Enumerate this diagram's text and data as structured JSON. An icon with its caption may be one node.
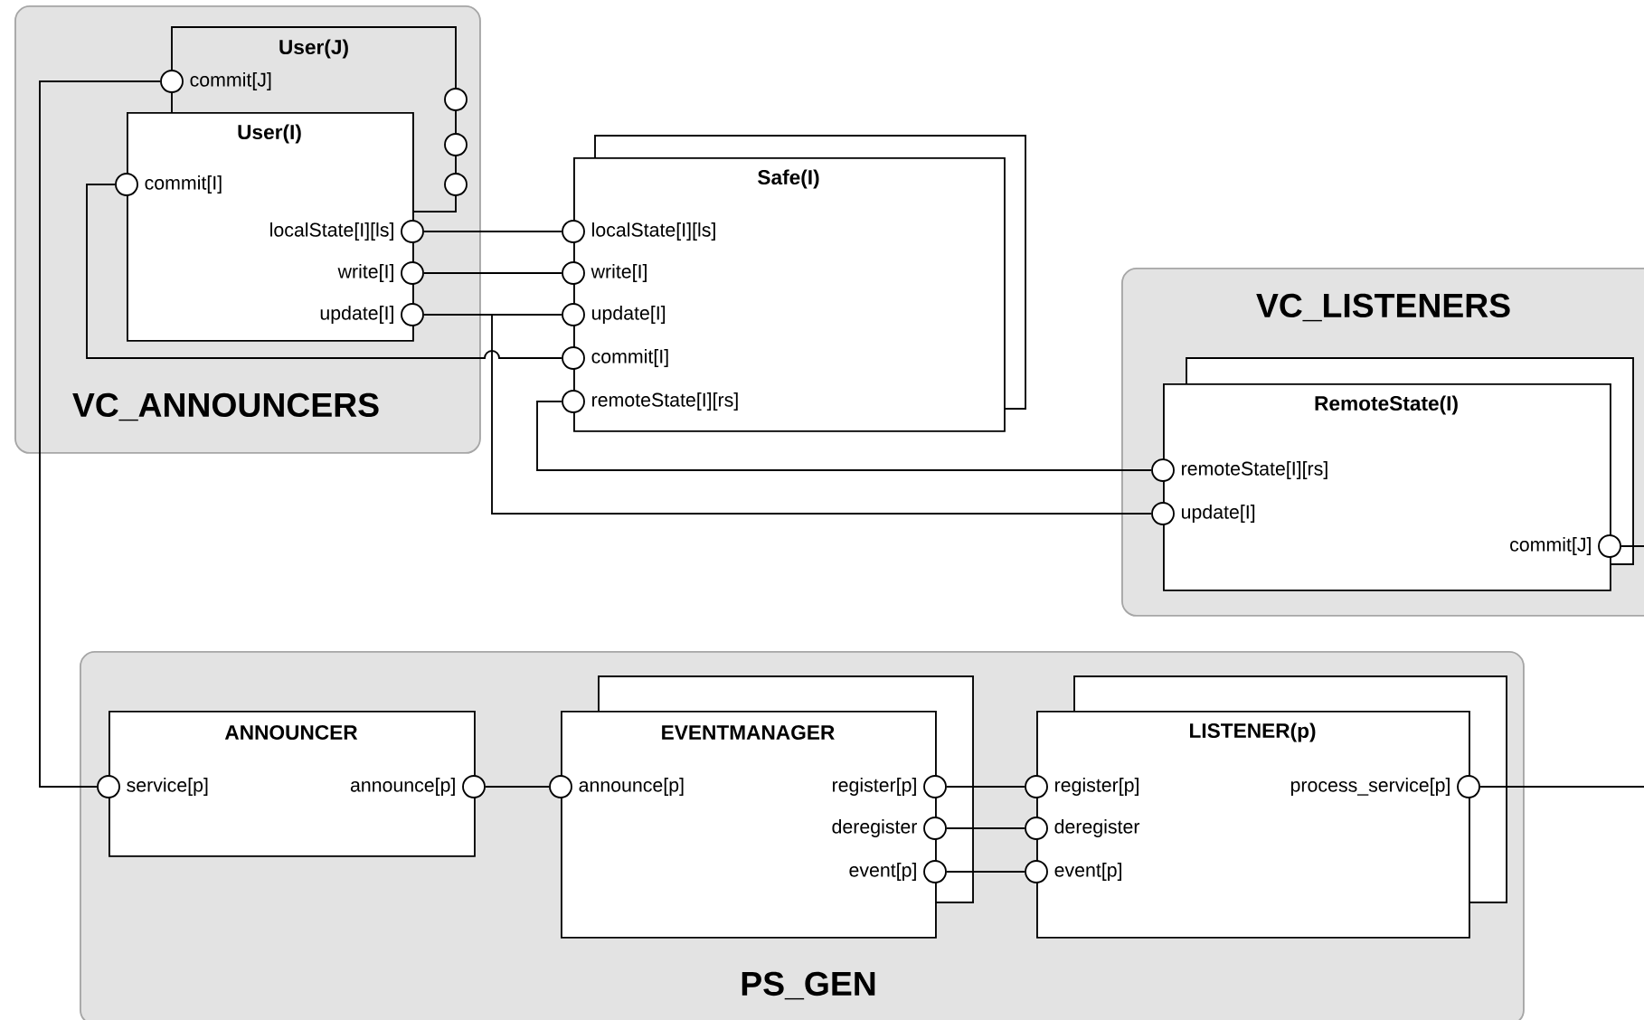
{
  "diagram": {
    "nodes": [
      {
        "text": [
          "VC_ANNOUNCERS"
        ]
      },
      {
        "text": [
          "User(J)"
        ],
        "in": 0
      },
      {
        "text": [],
        "shape": "circle",
        "beside": [
          "commit[J]"
        ],
        "in": 0
      },
      {
        "text": [],
        "shape": "circle",
        "in": 0
      },
      {
        "text": [],
        "shape": "circle",
        "in": 0
      },
      {
        "text": [],
        "shape": "circle",
        "in": 0
      },
      {
        "text": [
          "User(I)"
        ],
        "in": 0
      },
      {
        "text": [],
        "shape": "circle",
        "beside": [
          "commit[I]"
        ],
        "in": 0
      },
      {
        "text": [],
        "shape": "circle",
        "beside": [
          "localState[I][ls]"
        ],
        "in": 0
      },
      {
        "text": [],
        "shape": "circle",
        "beside": [
          "write[I]"
        ],
        "in": 0
      },
      {
        "text": [],
        "shape": "circle",
        "beside": [
          "update[I]"
        ],
        "in": 0
      },
      {
        "text": [
          "Safe(I)"
        ]
      },
      {
        "text": [],
        "shape": "circle",
        "beside": [
          "localState[I][ls]"
        ]
      },
      {
        "text": [],
        "shape": "circle",
        "beside": [
          "write[I]"
        ]
      },
      {
        "text": [],
        "shape": "circle",
        "beside": [
          "update[I]"
        ]
      },
      {
        "text": [],
        "shape": "circle",
        "beside": [
          "commit[I]"
        ]
      },
      {
        "text": [],
        "shape": "circle",
        "beside": [
          "remoteState[I][rs]"
        ]
      },
      {
        "text": [
          "VC_LISTENERS"
        ]
      },
      {
        "text": [
          "RemoteState(I)"
        ],
        "in": 17
      },
      {
        "text": [],
        "shape": "circle",
        "beside": [
          "remoteState[I][rs]"
        ],
        "in": 17
      },
      {
        "text": [],
        "shape": "circle",
        "beside": [
          "update[I]"
        ],
        "in": 17
      },
      {
        "text": [],
        "shape": "circle",
        "beside": [
          "commit[J]"
        ],
        "in": 18
      },
      {
        "text": [
          "PS_GEN"
        ]
      },
      {
        "text": [
          "ANNOUNCER"
        ],
        "in": 22
      },
      {
        "text": [],
        "shape": "circle",
        "beside": [
          "service[p]"
        ],
        "in": 22
      },
      {
        "text": [],
        "shape": "circle",
        "beside": [
          "announce[p]"
        ],
        "in": 22
      },
      {
        "text": [
          "EVENTMANAGER"
        ],
        "in": 22
      },
      {
        "text": [],
        "shape": "circle",
        "beside": [
          "announce[p]"
        ],
        "in": 22
      },
      {
        "text": [],
        "shape": "circle",
        "beside": [
          "register[p]"
        ],
        "in": 22
      },
      {
        "text": [],
        "shape": "circle",
        "beside": [
          "deregister"
        ],
        "in": 22
      },
      {
        "text": [],
        "shape": "circle",
        "beside": [
          "event[p]"
        ],
        "in": 22
      },
      {
        "text": [
          "LISTENER(p)"
        ],
        "in": 22
      },
      {
        "text": [],
        "shape": "circle",
        "beside": [
          "register[p]"
        ],
        "in": 22
      },
      {
        "text": [],
        "shape": "circle",
        "beside": [
          "deregister"
        ],
        "in": 22
      },
      {
        "text": [],
        "shape": "circle",
        "beside": [
          "event[p]"
        ],
        "in": 22
      },
      {
        "text": [],
        "shape": "circle",
        "beside": [
          "process_service[p]"
        ],
        "in": 31
      }
    ],
    "edges": [
      {
        "from": 8,
        "to": 12,
        "arrow": "none"
      },
      {
        "from": 9,
        "to": 13,
        "arrow": "none"
      },
      {
        "from": 10,
        "to": 14,
        "arrow": "none"
      },
      {
        "from": 10,
        "to": 20,
        "arrow": "none"
      },
      {
        "from": 7,
        "to": 15,
        "arrow": "none"
      },
      {
        "from": 16,
        "to": 19,
        "arrow": "none"
      },
      {
        "from": 2,
        "to": 24,
        "arrow": "none"
      },
      {
        "from": 25,
        "to": 27,
        "arrow": "none"
      },
      {
        "from": 28,
        "to": 32,
        "arrow": "none"
      },
      {
        "from": 29,
        "to": 33,
        "arrow": "none"
      },
      {
        "from": 30,
        "to": 34,
        "arrow": "none"
      },
      {
        "from": 35,
        "to": null,
        "arrow": "none"
      },
      {
        "from": 21,
        "to": null,
        "arrow": "none"
      }
    ]
  }
}
